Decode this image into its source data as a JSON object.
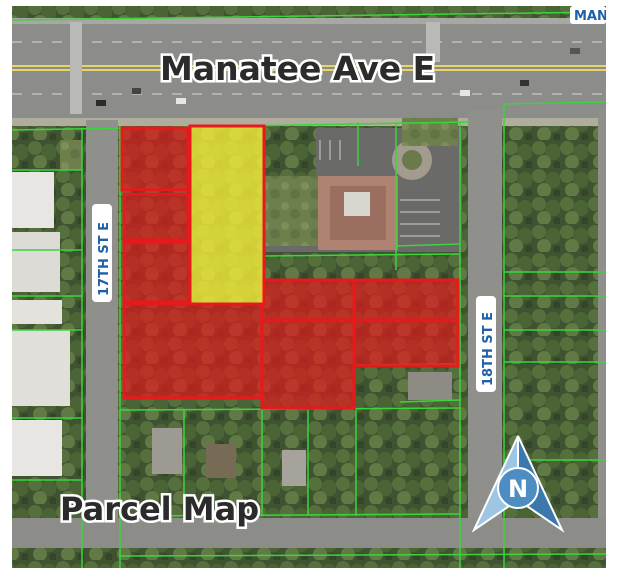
{
  "map": {
    "title": "Parcel Map",
    "streets": {
      "main_avenue": "Manatee Ave E",
      "corner_sign": "MAN",
      "west_street": "17TH ST E",
      "east_street": "18TH ST E"
    },
    "north_arrow_letter": "N",
    "colors": {
      "parcel_highlight_red": "#e8181c",
      "parcel_highlight_yellow": "#f2ea3a",
      "parcel_lines": "#3cd43c",
      "street_label_fill": "#ffffff",
      "street_label_text": "#1e5fa8",
      "north_arrow_light": "#9cc6e4",
      "north_arrow_dark": "#3a78ad"
    }
  }
}
